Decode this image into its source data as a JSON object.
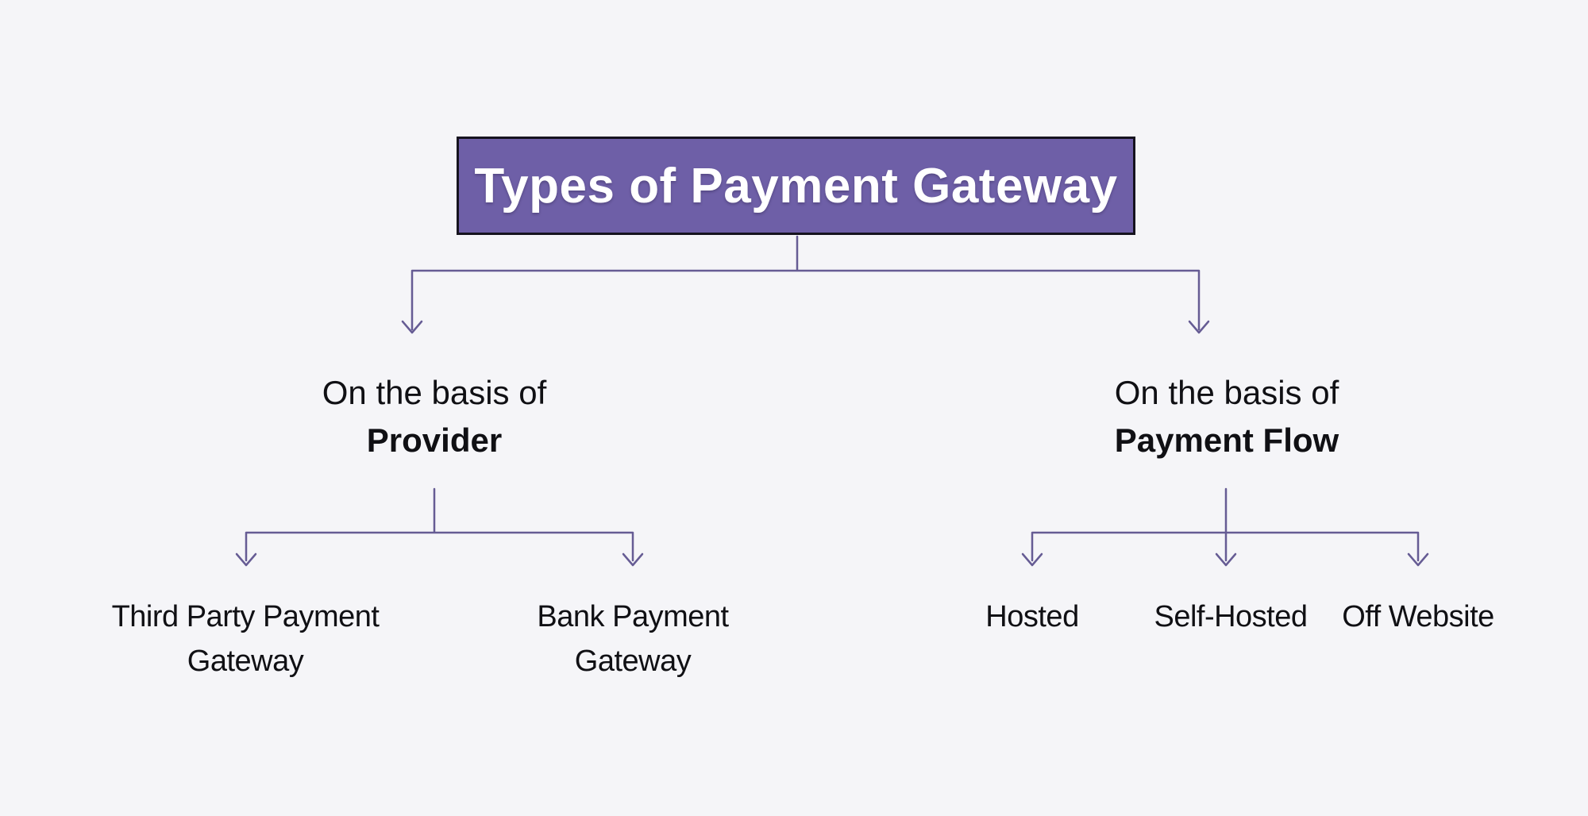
{
  "theme": {
    "background": "#f5f5f8",
    "connector": "#665c94",
    "box_fill": "#6e5fa7",
    "box_border": "#16131f",
    "title_text": "#ffffff",
    "text": "#101014"
  },
  "diagram": {
    "root": {
      "label": "Types of Payment Gateway"
    },
    "branches": [
      {
        "line1": "On the basis of",
        "line2": "Provider",
        "children": [
          {
            "lines": [
              "Third Party Payment",
              "Gateway"
            ]
          },
          {
            "lines": [
              "Bank Payment",
              "Gateway"
            ]
          }
        ]
      },
      {
        "line1": "On the basis of",
        "line2": "Payment Flow",
        "children": [
          {
            "lines": [
              "Hosted"
            ]
          },
          {
            "lines": [
              "Self-Hosted"
            ]
          },
          {
            "lines": [
              "Off Website"
            ]
          }
        ]
      }
    ]
  }
}
